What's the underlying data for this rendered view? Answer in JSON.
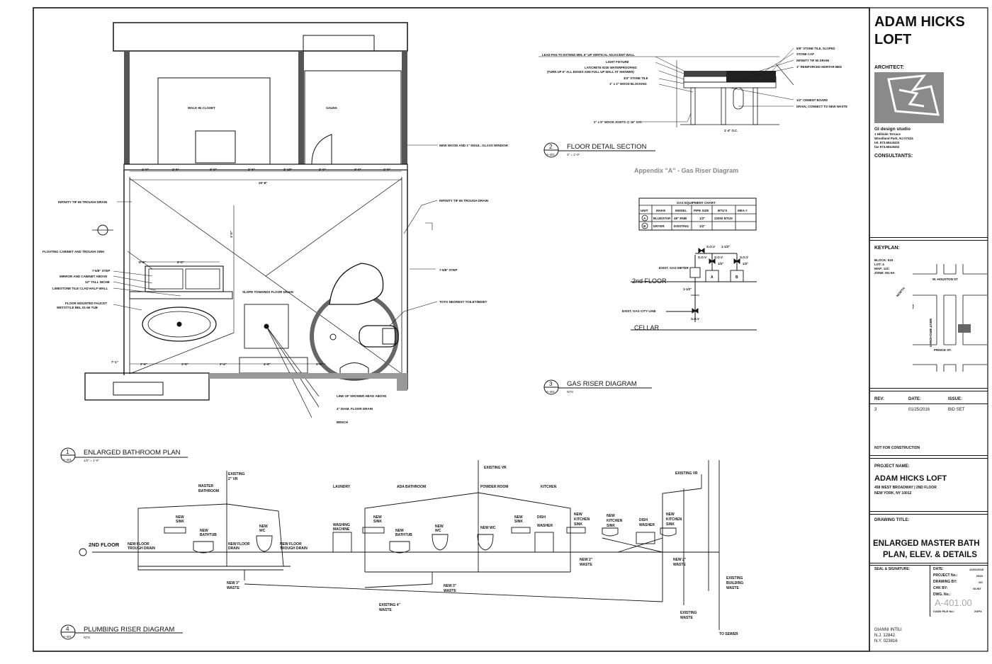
{
  "title_block": {
    "project_title_line1": "ADAM HICKS",
    "project_title_line2": "LOFT",
    "architect_label": "ARCHITECT:",
    "firm_name": "GI design studio",
    "firm_address1": "1 Hillside Terrace",
    "firm_address2": "Woodland Park, NJ 07424",
    "firm_tel": "tel. 973.684.8433",
    "firm_fax": "fax 973.684.8432",
    "consultants_label": "CONSULTANTS:",
    "keyplan_label": "KEYPLAN:",
    "block": "BLOCK: 515",
    "lot": "LOT: 4",
    "map": "MAP: 12C",
    "zone": "ZONE: M1-5A",
    "north_label": "NORTH",
    "street_houston": "W. HOUSTON ST",
    "street_broadway": "WEST BROADWAY",
    "street_prince": "PRINCE ST.",
    "rev_label": "REV:",
    "date_label": "DATE:",
    "issue_label": "ISSUE:",
    "rev_value": "3",
    "date_value": "01/25/2016",
    "issue_value": "BID SET",
    "not_for_construction": "NOT FOR CONSTRUCTION",
    "project_name_label": "PROJECT NAME:",
    "project_name": "ADAM HICKS LOFT",
    "project_address1": "458 WEST BROADWAY | 2ND FLOOR",
    "project_address2": "NEW YORK, NY 10012",
    "drawing_title_label": "DRAWING TITLE:",
    "drawing_title1": "ENLARGED MASTER BATH",
    "drawing_title2": "PLAN, ELEV. & DETAILS",
    "seal_label": "SEAL & SIGNATURE:",
    "date2_label": "DATE:",
    "date2_value": "12/01/2015",
    "project_no_label": "PROJECT No.:",
    "project_no_value": "0923",
    "drawing_by_label": "DRAWING BY:",
    "drawing_by_value": "OC",
    "chk_by_label": "CHK BY:",
    "chk_by_value": "GI.INT",
    "dwg_no_label": "DWG. No.:",
    "dwg_no_value": "A-401.00",
    "cadd_label": "CADD FILE No.:",
    "cadd_value": "XXPX",
    "signer_name": "GIANNI INTILI",
    "signer_nj": "N.J. 12842",
    "signer_ny": "N.Y. 023816"
  },
  "plan": {
    "walk_in_closet": "WALK-IN CLOSET",
    "sauna": "SAUNA",
    "window_note": "NEW WOOD AND 1\" INSUL. GLASS WINDOW",
    "drain_left": "INFINITY TIF 65 TROUGH DRAIN",
    "drain_right": "INFINITY TIF 65 TROUGH DRAIN",
    "cabinet_note": "FLOATING CABINET AND TROUGH SINK",
    "step_left": "7-5/8\" STEP",
    "mirror_note": "MIRROR AND CABINET ABOVE",
    "niche_note": "12\" TALL NICHE",
    "limestone_note": "LIMESTONE TILE CLAD HALF-WALL",
    "faucet_note1": "FLOOR MOUNTED FAUCET",
    "faucet_note2": "WETSTYLE BEL 01-66 TUB",
    "slope_note": "SLOPE TOWARDS FLOOR DRAIN",
    "step_right": "7-5/8\" STEP",
    "toto_note": "TOTO NEOREST TOILET/BIDET",
    "shower_note": "LINE OF SHOWER HEAD ABOVE",
    "floor_drain_note": "4\" DIAM. FLOOR DRAIN",
    "bench_note": "BENCH",
    "overall_dim": "20'-8\"",
    "dims_top": [
      "1'-0\"",
      "2'-5\"",
      "3'-0\"",
      "2'-6\"",
      "2'-10\"",
      "2'-0\"",
      "3'-0\"",
      "1'-0\""
    ],
    "dims_bottom": [
      "2'-6\"",
      "3'-5\"",
      "2'-4\"",
      "4'-6\"",
      "3'-6\""
    ],
    "dim_vert": "1'-0\"",
    "dim_small1": "1'-3\"",
    "dim_small2": "5'-0\"",
    "dim_side": "7'-1\""
  },
  "detail": {
    "n1": "LEAD PAN TO EXTEND MIN. 6\" UP VERTICAL ADJACENT WALL",
    "n2": "LIGHT FIXTURE",
    "n3": "LATICRETE 9235 WATERPROOFING",
    "n4": "(TURN UP 6\" ALL EDGES AND FULL UP WALL AT SHOWER)",
    "n5": "3/4\" STONE TILE",
    "n6": "1\" x 3\" WOOD BLOCKING",
    "n7": "2\" x 8\" WOOD JOISTS @ 16\" O.C.",
    "r1": "5/8\" STONE TILE, SLOPED",
    "r2": "STONE CAP",
    "r3": "INFINITY TIF 65 DRAIN",
    "r4": "1\" REINFORCED MORTAR BED",
    "r5": "1/2\" CEMENT BOARD",
    "r6": "DRAIN, CONNECT TO NEW WASTE",
    "oc": "1'-4\" O.C."
  },
  "gas": {
    "heading_faint": "Appendix \"A\" - Gas Riser Diagram",
    "chart_title": "GAS EQUIPMENT CHART",
    "headers": [
      "UNIT",
      "MAKE",
      "MODEL",
      "PIPE SIZE",
      "BTU'S",
      "MEA #"
    ],
    "rows": [
      [
        "A",
        "BLUESTAR",
        "48\" RNB",
        "1/2\"",
        "22000 BTUS",
        ""
      ],
      [
        "B",
        "DRYER",
        "EXISTING",
        "1/2\"",
        "",
        ""
      ]
    ],
    "sov": "S.O.V",
    "half": "1/2\"",
    "one_half": "1-1/2\"",
    "meter": "EXIST. GAS METER",
    "second_floor": "2nd FLOOR",
    "city_line": "EXIST. GAS CITY LINE",
    "cellar": "CELLAR",
    "tag_a": "A",
    "tag_b": "B"
  },
  "riser": {
    "existing_vr_left": "EXISTING",
    "existing_vr_left2": "2\" VR",
    "existing_vr_mid": "EXISTING VR",
    "existing_vr_right": "EXISTING VR",
    "master_bath1": "MASTER",
    "master_bath2": "BATHROOM",
    "laundry": "LAUNDRY",
    "ada": "ADA BATHROOM",
    "powder": "POWDER ROOM",
    "kitchen": "KITCHEN",
    "second_floor": "2ND FLOOR",
    "new_sink1": "NEW",
    "new_sink2": "SINK",
    "new_bathtub1": "NEW",
    "new_bathtub2": "BATHTUB",
    "new_wc1": "NEW",
    "new_wc2": "WC",
    "floor_trough1": "NEW FLOOR",
    "floor_trough2": "TROUGH DRAIN",
    "new_floor_drain1": "NEW FLOOR",
    "new_floor_drain2": "DRAIN",
    "washing1": "WASHING",
    "washing2": "MACHINE",
    "new_wc_label": "NEW WC",
    "dish1": "DISH",
    "dish2": "WASHER",
    "new_kitchen1": "NEW",
    "new_kitchen2": "KITCHEN",
    "new_kitchen3": "SINK",
    "new3_waste1": "NEW 3\"",
    "new3_waste2": "WASTE",
    "new2_waste1": "NEW 2\"",
    "new2_waste2": "WASTE",
    "existing4_1": "EXISTING 4\"",
    "existing4_2": "WASTE",
    "existing_bldg1": "EXISTING",
    "existing_bldg2": "BUILDING",
    "existing_bldg3": "WASTE",
    "existing_waste1": "EXISTING",
    "existing_waste2": "WASTE",
    "to_sewer": "TO SEWER"
  },
  "titles": {
    "t1_num": "1",
    "t1_sheet": "A-401",
    "t1_name": "ENLARGED BATHROOM PLAN",
    "t1_scale": "1/2\" = 1'-0\"",
    "t2_num": "2",
    "t2_sheet": "A-401",
    "t2_name": "FLOOR DETAIL SECTION",
    "t2_scale": "3\" = 1'-0\"",
    "t3_num": "3",
    "t3_sheet": "A-401",
    "t3_name": "GAS RISER DIAGRAM",
    "t3_scale": "NTS",
    "t4_num": "4",
    "t4_sheet": "A-401",
    "t4_name": "PLUMBING RISER DIAGRAM",
    "t4_scale": "NTS"
  }
}
